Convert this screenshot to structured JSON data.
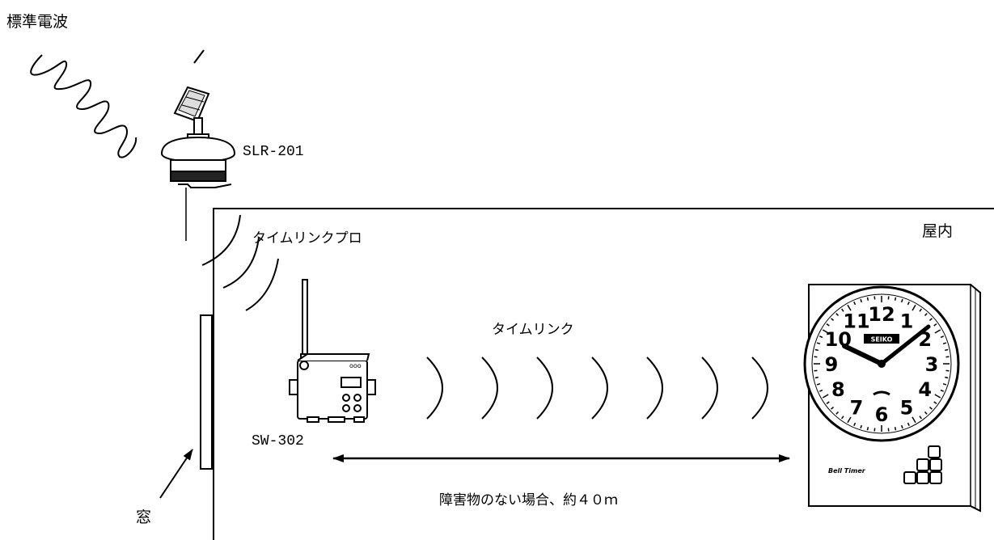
{
  "labels": {
    "radio_wave": "標準電波",
    "receiver_model": "SLR-201",
    "timelink_pro": "タイムリンクプロ",
    "indoor": "屋内",
    "timelink": "タイムリンク",
    "transmitter_model": "SW-302",
    "distance": "障害物のない場合、約４０ｍ",
    "window": "窓"
  },
  "clock": {
    "brand": "SEIKO",
    "model_text": "Bell Timer",
    "numerals": [
      "12",
      "1",
      "2",
      "3",
      "4",
      "5",
      "6",
      "7",
      "8",
      "9",
      "10",
      "11"
    ],
    "time": "10:08"
  },
  "device": {
    "indicator_text": "ooo"
  }
}
